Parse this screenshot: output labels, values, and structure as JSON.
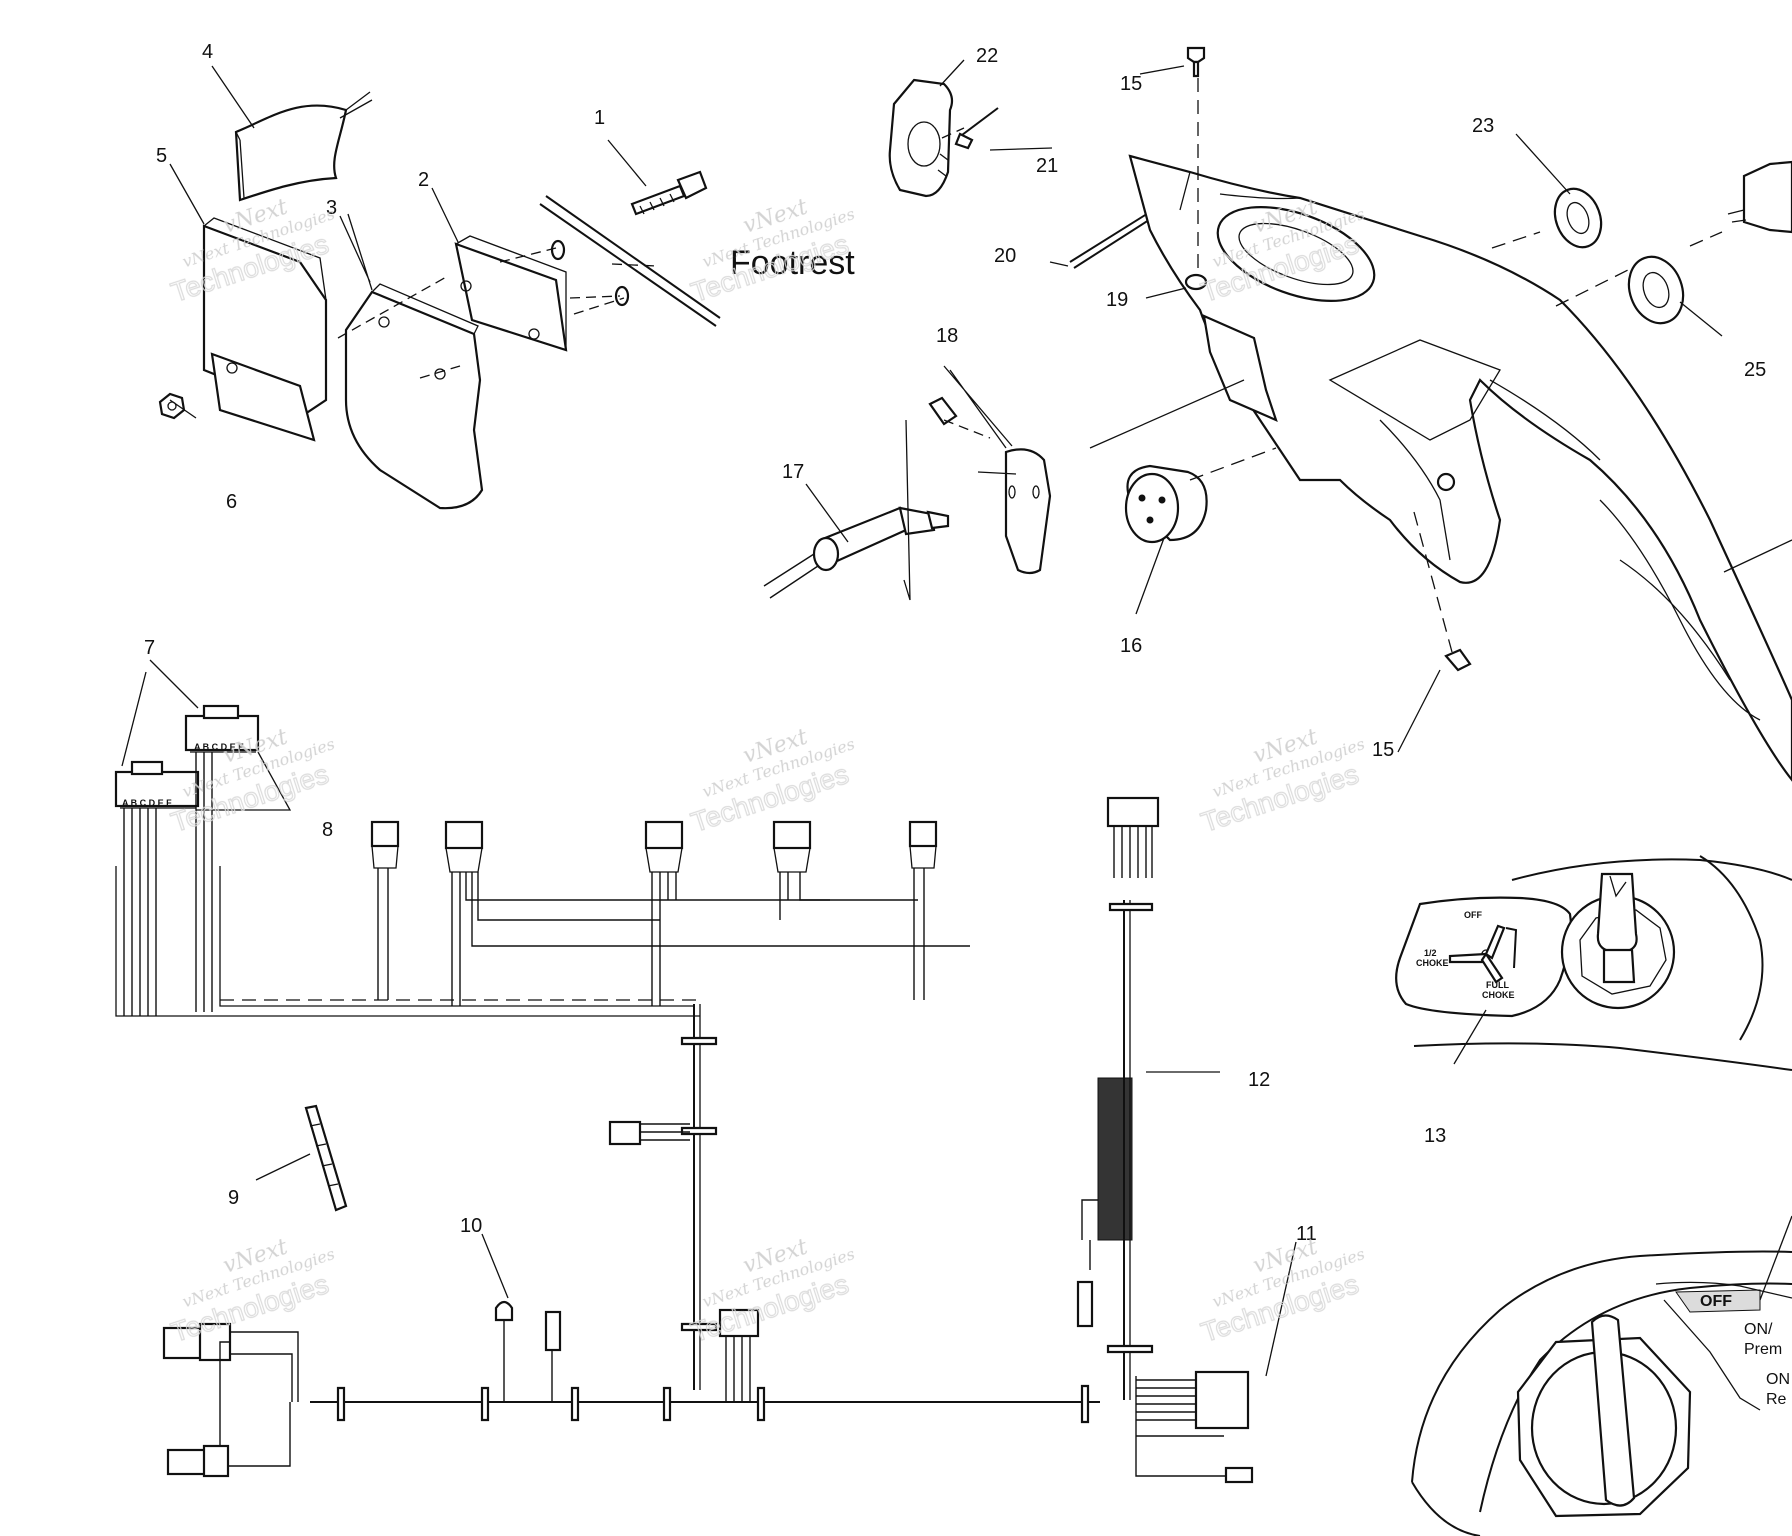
{
  "callouts": {
    "c1": "1",
    "c2": "2",
    "c3": "3",
    "c4": "4",
    "c5": "5",
    "c6": "6",
    "c7": "7",
    "c8": "8",
    "c9": "9",
    "c10": "10",
    "c11": "11",
    "c12": "12",
    "c13": "13",
    "c15a": "15",
    "c15b": "15",
    "c16": "16",
    "c17": "17",
    "c18": "18",
    "c19": "19",
    "c20": "20",
    "c21": "21",
    "c22": "22",
    "c23": "23",
    "c25": "25"
  },
  "labels": {
    "footrest": "Footrest",
    "choke_off": "OFF",
    "choke_half_1": "1/2",
    "choke_half_2": "CHOKE",
    "choke_full_1": "FULL",
    "choke_full_2": "CHOKE",
    "switch_off": "OFF",
    "switch_on_prem_1": "ON/",
    "switch_on_prem_2": "Prem",
    "switch_on_reg_1": "ON",
    "switch_on_reg_2": "Re"
  },
  "watermark": {
    "line1": "vNext",
    "line2": "vNext Technologies",
    "line3": "Technologies"
  }
}
